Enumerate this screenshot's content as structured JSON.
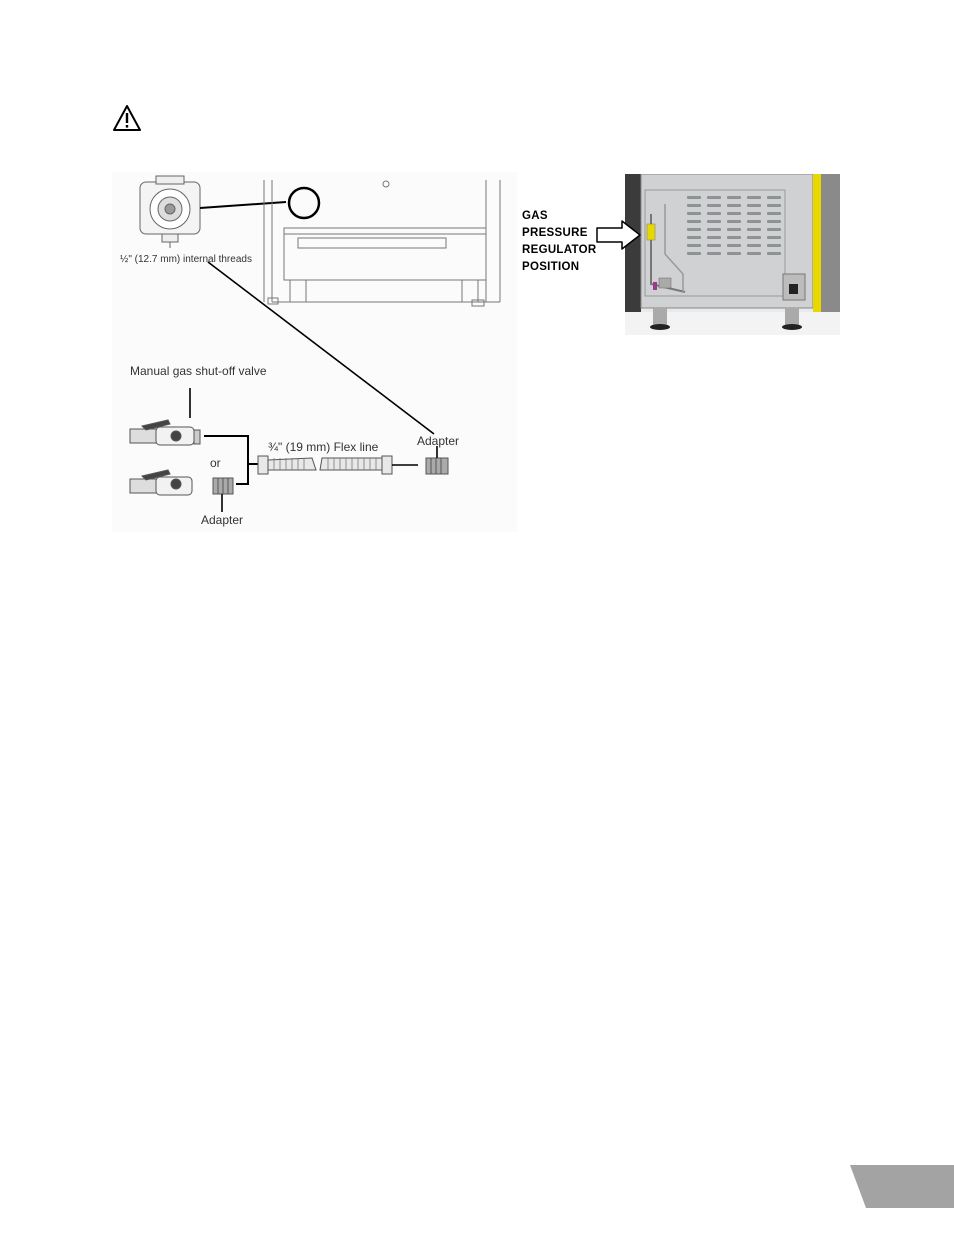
{
  "diagram": {
    "threads_label": "½\" (12.7 mm) internal threads",
    "valve_label": "Manual gas shut-off valve",
    "or_label": "or",
    "adapter_left_label": "Adapter",
    "flex_label": "¾\" (19 mm) Flex line",
    "adapter_right_label": "Adapter"
  },
  "photo": {
    "label_lines": [
      "GAS",
      "PRESSURE",
      "REGULATOR",
      "POSITION"
    ]
  },
  "colors": {
    "tab": "#a3a3a3",
    "regulator": "#e8d800",
    "panel": "#cfd1d3"
  }
}
